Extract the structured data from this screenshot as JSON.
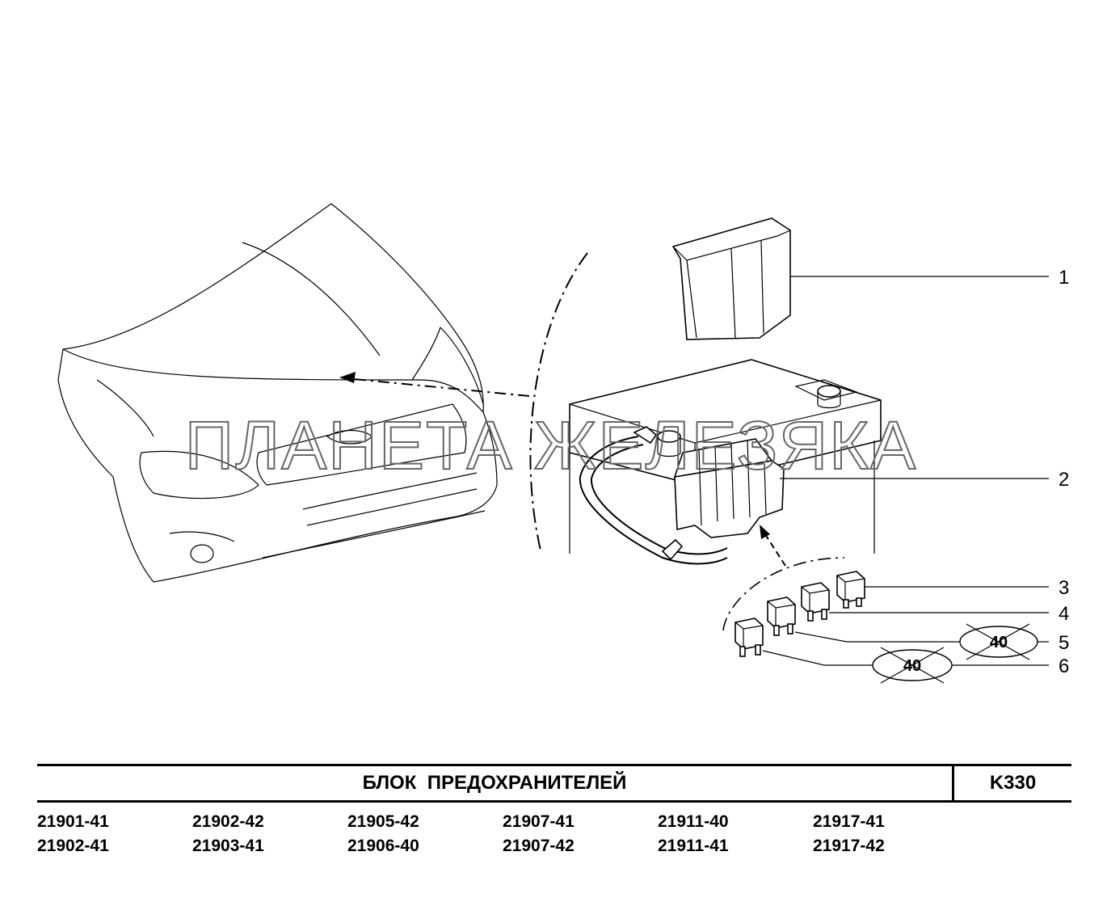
{
  "watermark": "ПЛАНЕТА ЖЕЛЕЗЯКА",
  "callouts": [
    "1",
    "2",
    "3",
    "4",
    "5",
    "6"
  ],
  "fuse_ratings": [
    "40",
    "40"
  ],
  "title_block": {
    "title": "БЛОК  ПРЕДОХРАНИТЕЛЕЙ",
    "code": "K330"
  },
  "models": [
    "21901-41",
    "21902-42",
    "21905-42",
    "21907-41",
    "21911-40",
    "21917-41",
    "21902-41",
    "21903-41",
    "21906-40",
    "21907-42",
    "21911-41",
    "21917-42"
  ]
}
